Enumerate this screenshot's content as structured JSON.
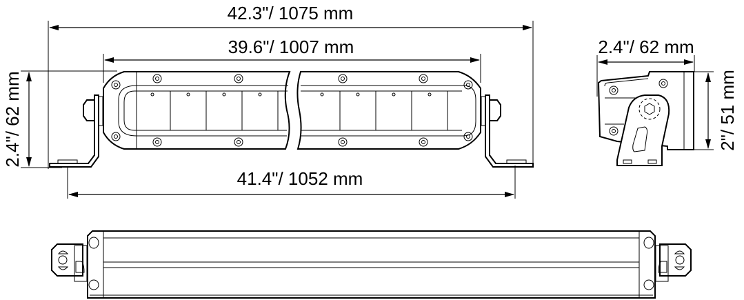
{
  "dimensions": {
    "overall_length": "42.3\"/ 1075 mm",
    "lens_length": "39.6\"/ 1007 mm",
    "mount_spacing": "41.4\"/ 1052 mm",
    "front_height": "2.4\"/ 62 mm",
    "side_depth": "2.4\"/ 62 mm",
    "side_height": "2\"/ 51 mm"
  },
  "colors": {
    "line": "#000000",
    "background": "#ffffff"
  }
}
